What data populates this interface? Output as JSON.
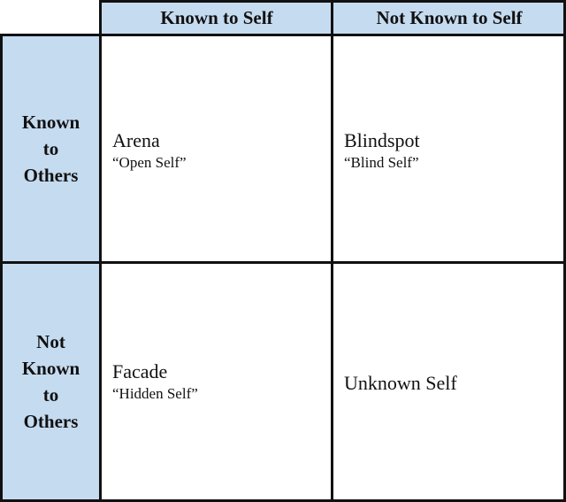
{
  "columns": [
    "Known to Self",
    "Not Known to Self"
  ],
  "rows": [
    [
      "Known",
      "to",
      "Others"
    ],
    [
      "Not",
      "Known",
      "to",
      "Others"
    ]
  ],
  "quadrants": {
    "arena": {
      "title": "Arena",
      "subtitle": "“Open Self”"
    },
    "blindspot": {
      "title": "Blindspot",
      "subtitle": "“Blind Self”"
    },
    "facade": {
      "title": "Facade",
      "subtitle": "“Hidden Self”"
    },
    "unknown": {
      "title": "Unknown Self"
    }
  },
  "colors": {
    "header_fill": "#c5dbf0",
    "border": "#111111"
  }
}
